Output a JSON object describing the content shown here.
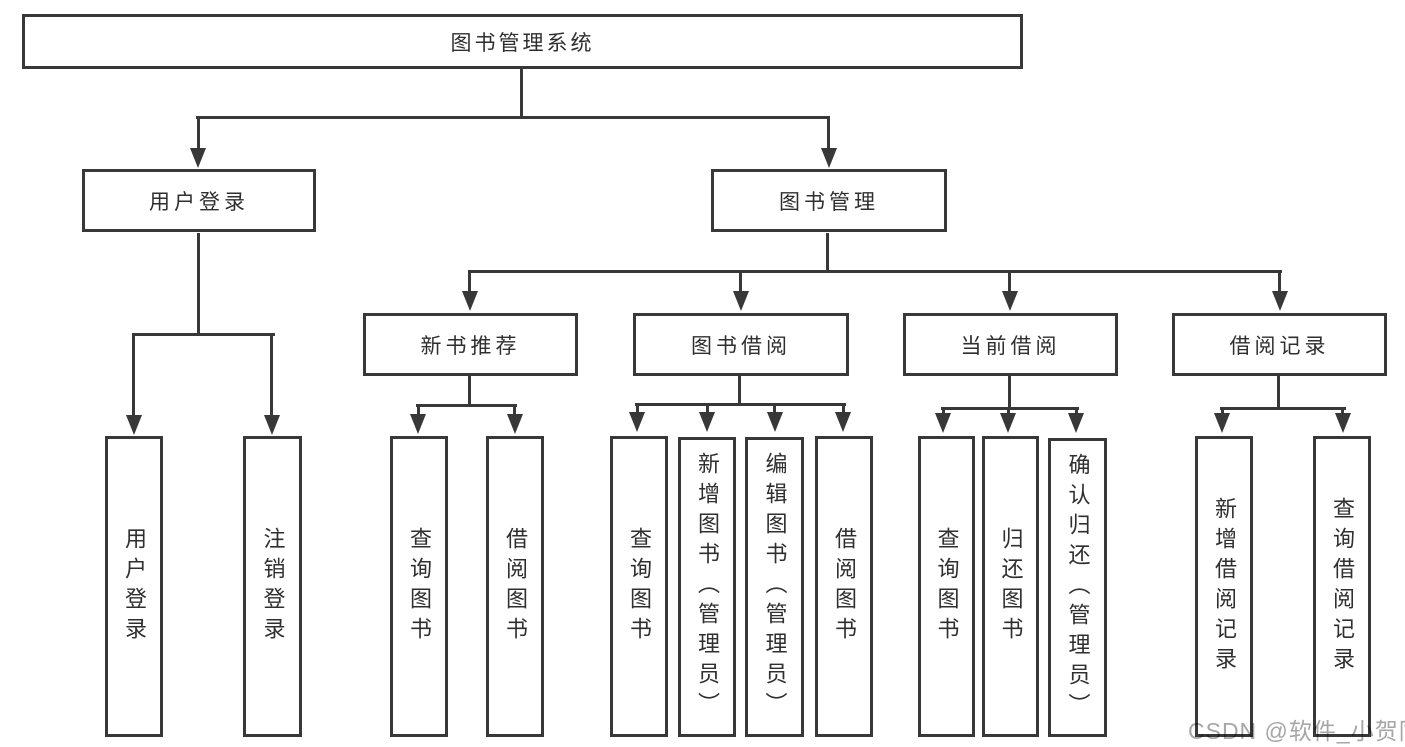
{
  "diagram": {
    "root": "图书管理系统",
    "level1": [
      "用户登录",
      "图书管理"
    ],
    "level2": [
      "新书推荐",
      "图书借阅",
      "当前借阅",
      "借阅记录"
    ],
    "leaves_user": [
      "用户登录",
      "注销登录"
    ],
    "leaves_recommend": [
      "查询图书",
      "借阅图书"
    ],
    "leaves_borrow": [
      "查询图书",
      "新增图书（管理员）",
      "编辑图书（管理员）",
      "借阅图书"
    ],
    "leaves_current": [
      "查询图书",
      "归还图书",
      "确认归还（管理员）"
    ],
    "leaves_records": [
      "新增借阅记录",
      "查询借阅记录"
    ]
  },
  "watermark": "CSDN @软件_小贺同学",
  "colors": {
    "line": "#383838",
    "text": "#2f2f2f",
    "background": "#ffffff",
    "watermark": "#a6a6a6"
  }
}
